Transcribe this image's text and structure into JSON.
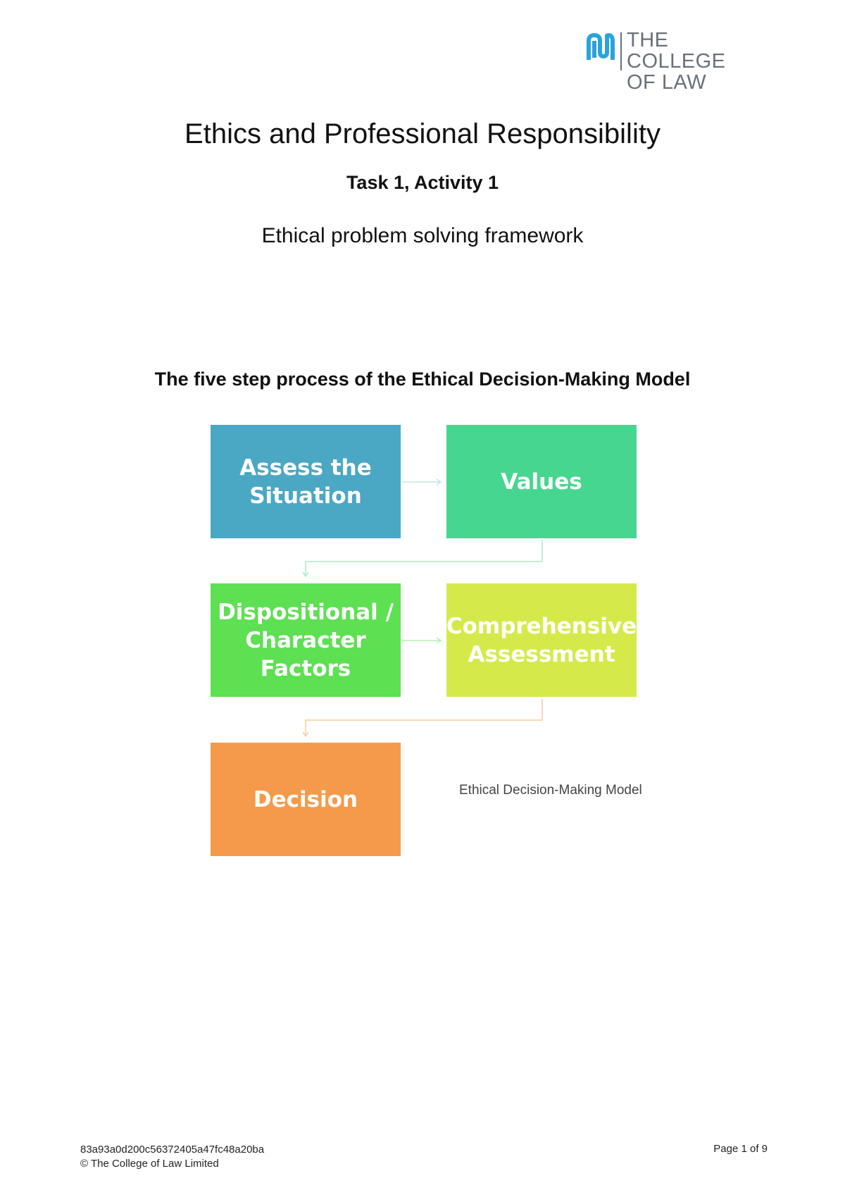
{
  "logo": {
    "line1": "THE COLLEGE",
    "line2": "OF LAW"
  },
  "header": {
    "title": "Ethics and Professional Responsibility",
    "task": "Task 1, Activity 1",
    "subtitle": "Ethical problem solving framework"
  },
  "diagram": {
    "heading": "The five step process of the Ethical Decision-Making Model",
    "steps": [
      {
        "label": "Assess the\nSituation",
        "color": "#4aa8c4"
      },
      {
        "label": "Values",
        "color": "#47d68f"
      },
      {
        "label": "Dispositional /\nCharacter\nFactors",
        "color": "#5de052"
      },
      {
        "label": "Comprehensive\nAssessment",
        "color": "#d5ea4a"
      },
      {
        "label": "Decision",
        "color": "#f59a4a"
      }
    ],
    "caption": "Ethical Decision-Making Model"
  },
  "footer": {
    "doc_id": "83a93a0d200c56372405a47fc48a20ba",
    "copyright": "© The College of Law Limited",
    "page": "Page 1 of 9"
  },
  "colors": {
    "brand_blue": "#2aa3dc",
    "logo_gray": "#6a7079"
  }
}
